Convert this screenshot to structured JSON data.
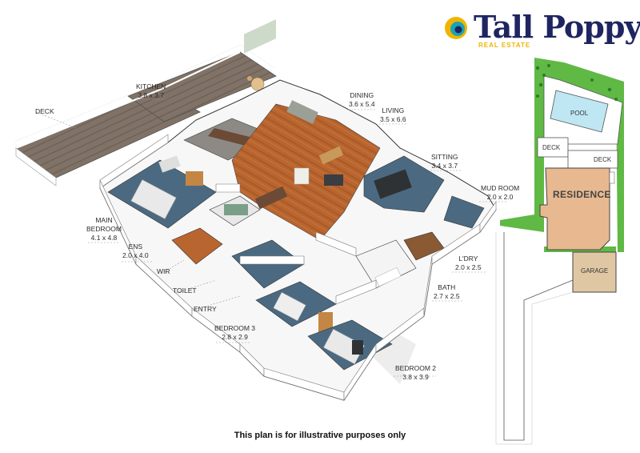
{
  "brand": {
    "name": "Tall Poppy",
    "tagline": "REAL ESTATE",
    "colors": {
      "navy": "#1f2560",
      "gold": "#f0b400",
      "teal": "#1aa3b8"
    }
  },
  "rooms": {
    "deck": {
      "name": "DECK"
    },
    "kitchen": {
      "name": "KITCHEN",
      "dims": "3.8 x 3.7"
    },
    "dining": {
      "name": "DINING",
      "dims": "3.6 x 5.4"
    },
    "living": {
      "name": "LIVING",
      "dims": "3.5 x 6.6"
    },
    "sitting": {
      "name": "SITTING",
      "dims": "3.4 x 3.7"
    },
    "mud_room": {
      "name": "MUD ROOM",
      "dims": "2.0 x 2.0"
    },
    "main_bedroom": {
      "name": "MAIN BEDROOM",
      "line1": "MAIN",
      "line2": "BEDROOM",
      "dims": "4.1 x 4.8"
    },
    "ens": {
      "name": "ENS",
      "dims": "2.0 x 4.0"
    },
    "wir": {
      "name": "WIR"
    },
    "toilet": {
      "name": "TOILET"
    },
    "entry": {
      "name": "ENTRY"
    },
    "ldry": {
      "name": "L'DRY",
      "dims": "2.0 x 2.5"
    },
    "bath": {
      "name": "BATH",
      "dims": "2.7 x 2.5"
    },
    "bedroom3": {
      "name": "BEDROOM 3",
      "dims": "2.8 x 2.9"
    },
    "bedroom2": {
      "name": "BEDROOM 2",
      "dims": "3.8 x 3.9"
    }
  },
  "site_plan": {
    "pool": "POOL",
    "deck_left": "DECK",
    "deck_right": "DECK",
    "residence": "RESIDENCE",
    "garage": "GARAGE",
    "colors": {
      "lawn": "#5fb944",
      "pool": "#bfe6f3",
      "residence": "#e8b990",
      "garage": "#e0c7a4"
    }
  },
  "disclaimer": "This plan is for illustrative purposes only"
}
